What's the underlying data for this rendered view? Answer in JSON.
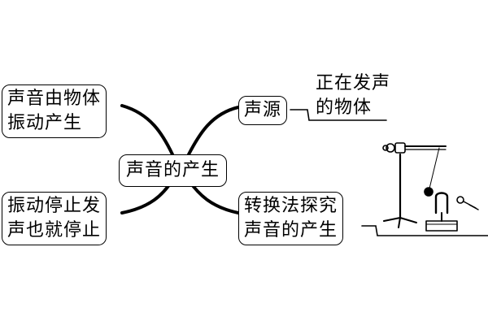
{
  "center": {
    "label": "声音的产生"
  },
  "left_top": {
    "lines": [
      "声音由物体",
      "振动产生"
    ]
  },
  "left_bottom": {
    "lines": [
      "振动停止发",
      "声也就停止"
    ]
  },
  "right_top": {
    "label": "声源",
    "definition_lines": [
      "正在发声",
      "的物体"
    ]
  },
  "right_bottom": {
    "lines": [
      "转换法探究",
      "声音的产生"
    ]
  },
  "apparatus": {
    "icon": "tuning-fork-pendulum-apparatus-icon"
  }
}
